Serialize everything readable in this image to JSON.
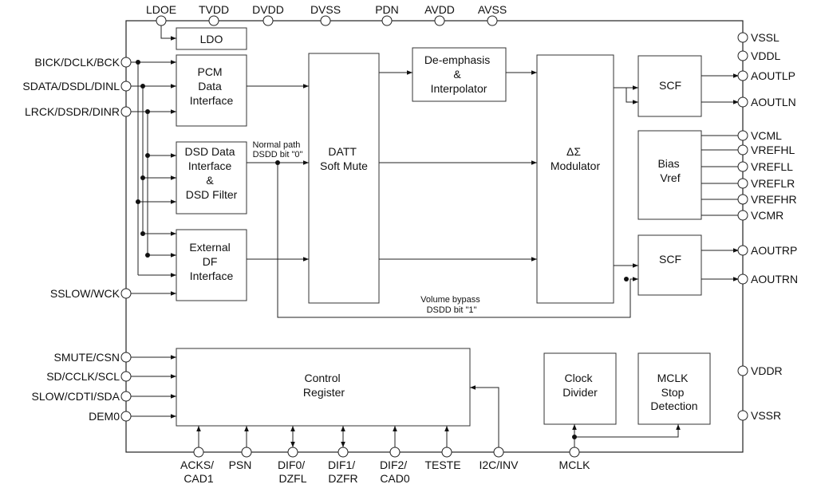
{
  "top_pins": [
    "LDOE",
    "TVDD",
    "DVDD",
    "DVSS",
    "PDN",
    "AVDD",
    "AVSS"
  ],
  "left_pins": {
    "bick": "BICK/DCLK/BCK",
    "sdata": "SDATA/DSDL/DINL",
    "lrck": "LRCK/DSDR/DINR",
    "sslow": "SSLOW/WCK",
    "smute": "SMUTE/CSN",
    "sd": "SD/CCLK/SCL",
    "slow": "SLOW/CDTI/SDA",
    "dem0": "DEM0"
  },
  "right_pins": {
    "vssl": "VSSL",
    "vddl": "VDDL",
    "aoutlp": "AOUTLP",
    "aoutln": "AOUTLN",
    "vcml": "VCML",
    "vrefhl": "VREFHL",
    "vrefll": "VREFLL",
    "vreflr": "VREFLR",
    "vrefhr": "VREFHR",
    "vcmr": "VCMR",
    "aoutrp": "AOUTRP",
    "aoutrn": "AOUTRN",
    "vddr": "VDDR",
    "vssr": "VSSR"
  },
  "bottom_pins": {
    "acks": [
      "ACKS/",
      "CAD1"
    ],
    "psn": [
      "PSN"
    ],
    "dif0": [
      "DIF0/",
      "DZFL"
    ],
    "dif1": [
      "DIF1/",
      "DZFR"
    ],
    "dif2": [
      "DIF2/",
      "CAD0"
    ],
    "teste": [
      "TESTE"
    ],
    "i2c": [
      "I2C/INV"
    ],
    "mclk": [
      "MCLK"
    ]
  },
  "blocks": {
    "ldo": [
      "LDO"
    ],
    "pcm": [
      "PCM",
      "Data",
      "Interface"
    ],
    "dsd": [
      "DSD Data",
      "Interface",
      "&",
      "DSD Filter"
    ],
    "extdf": [
      "External",
      "DF",
      "Interface"
    ],
    "datt": [
      "DATT",
      "Soft Mute"
    ],
    "deemph": [
      "De-emphasis",
      "&",
      "Interpolator"
    ],
    "modulator": [
      "ΔΣ",
      "Modulator"
    ],
    "scf_top": [
      "SCF"
    ],
    "bias": [
      "Bias",
      "Vref"
    ],
    "scf_bottom": [
      "SCF"
    ],
    "control": [
      "Control",
      "Register"
    ],
    "clockdiv": [
      "Clock",
      "Divider"
    ],
    "mclkstop": [
      "MCLK",
      "Stop",
      "Detection"
    ]
  },
  "notes": {
    "normal_path": [
      "Normal path",
      "DSDD bit \"0\""
    ],
    "volume_bypass": [
      "Volume bypass",
      "DSDD bit \"1\""
    ]
  },
  "colors": {
    "line": "#222222",
    "background": "#ffffff"
  }
}
